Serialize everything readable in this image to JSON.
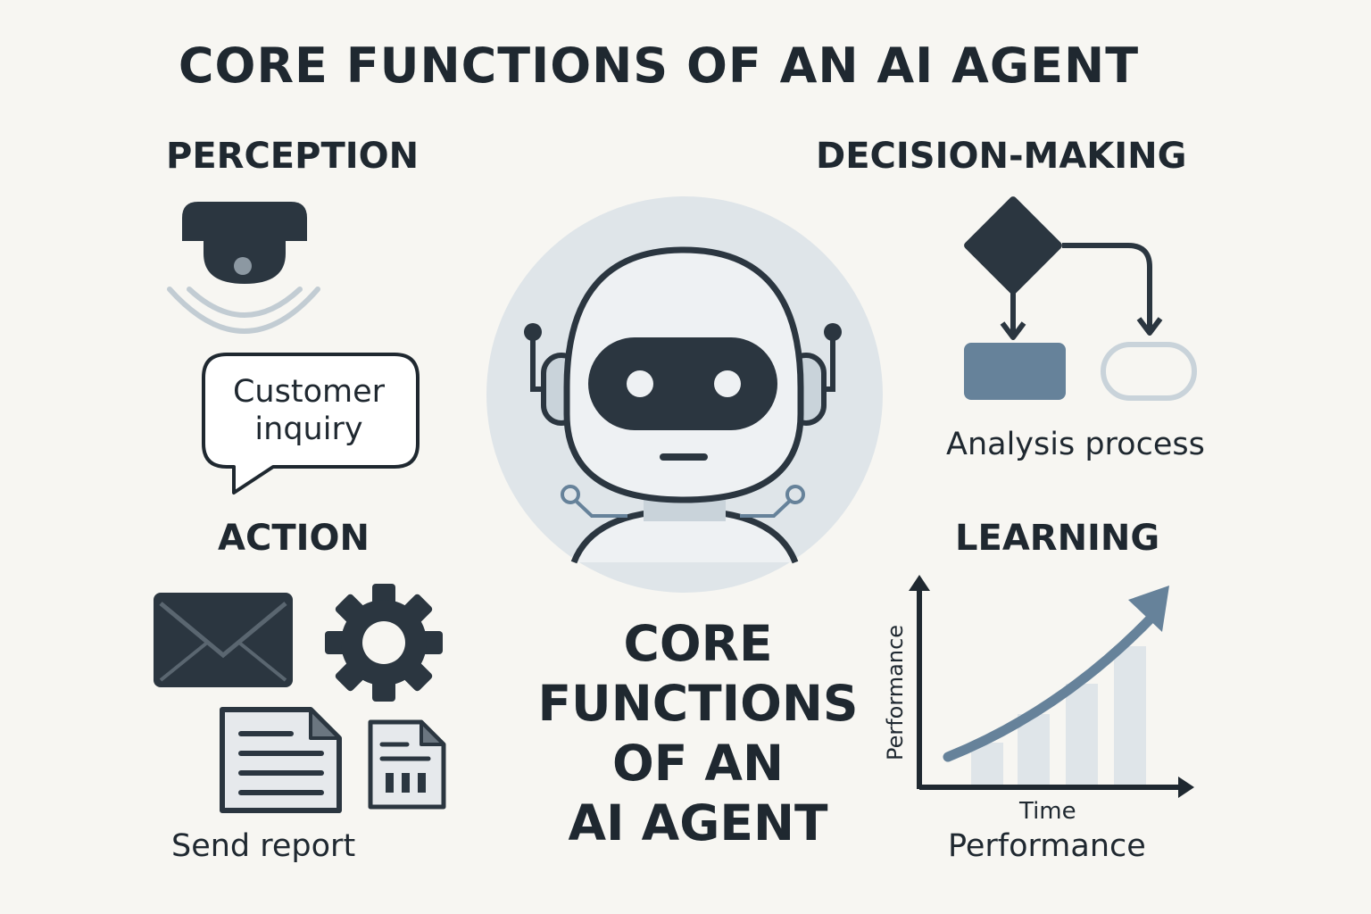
{
  "title": "CORE FUNCTIONS OF AN AI AGENT",
  "colors": {
    "background": "#f7f6f2",
    "dark": "#2b3640",
    "accent": "#66829a",
    "light": "#dfe5e9",
    "pale": "#c9d3da"
  },
  "perception": {
    "heading": "PERCEPTION",
    "camera_icon": "security-camera-icon",
    "bubble_text": "Customer\ninquiry"
  },
  "decision": {
    "heading": "DECISION-MAKING",
    "icon": "flowchart-icon",
    "caption": "Analysis process"
  },
  "action": {
    "heading": "ACTION",
    "icons": [
      "envelope-icon",
      "gear-icon",
      "document-icon",
      "spreadsheet-icon"
    ],
    "caption": "Send report"
  },
  "learning": {
    "heading": "LEARNING",
    "icon": "growth-chart-icon",
    "y_axis_label": "Performance",
    "x_axis_label": "Time",
    "caption": "Performance"
  },
  "center": {
    "icon": "robot-icon",
    "title": "CORE\nFUNCTIONS\nOF AN\nAI AGENT"
  }
}
